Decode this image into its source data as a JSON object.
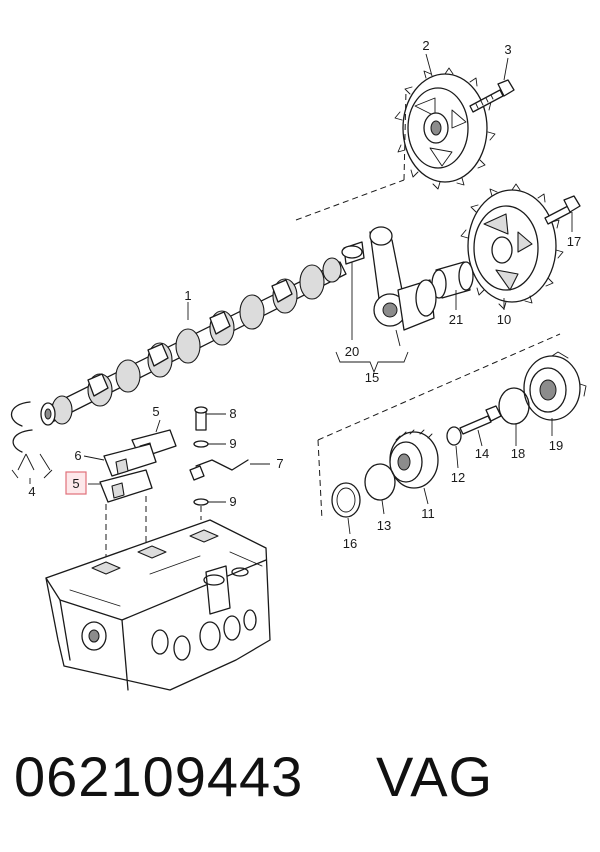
{
  "footer": {
    "part_number": "062109443",
    "brand": "VAG"
  },
  "callouts": {
    "c1": "1",
    "c2": "2",
    "c3": "3",
    "c4": "4",
    "c5a": "5",
    "c5b": "5",
    "c6": "6",
    "c7": "7",
    "c8": "8",
    "c9a": "9",
    "c9b": "9",
    "c10": "10",
    "c11": "11",
    "c12": "12",
    "c13": "13",
    "c14": "14",
    "c15": "15",
    "c16": "16",
    "c17": "17",
    "c18": "18",
    "c19": "19",
    "c20": "20",
    "c21": "21"
  },
  "highlight": {
    "callout": "5",
    "color": "#e0707a"
  }
}
